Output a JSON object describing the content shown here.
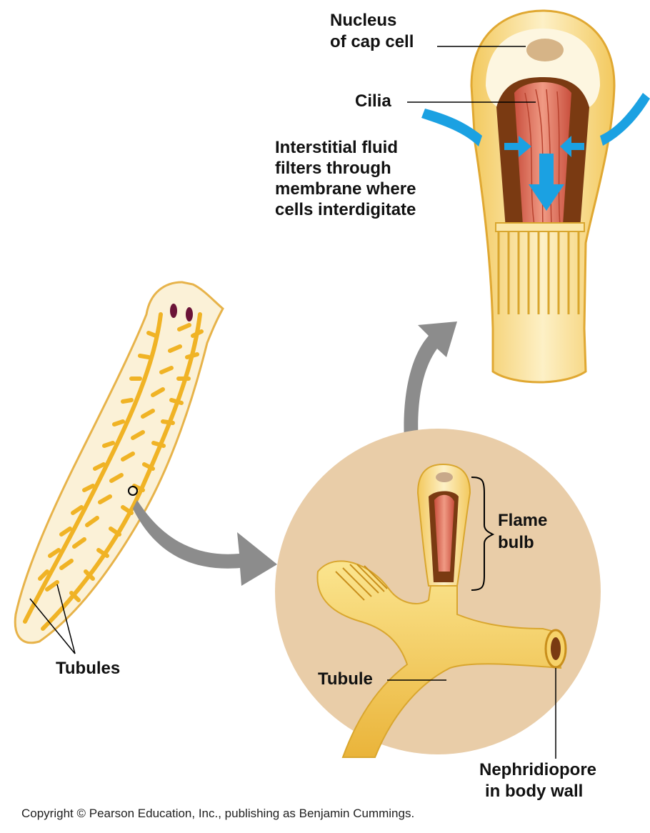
{
  "labels": {
    "nucleus_line1": "Nucleus",
    "nucleus_line2": "of cap cell",
    "cilia": "Cilia",
    "fluid_line1": "Interstitial fluid",
    "fluid_line2": "filters through",
    "fluid_line3": "membrane where",
    "fluid_line4": "cells interdigitate",
    "flame_line1": "Flame",
    "flame_line2": "bulb",
    "tubules": "Tubules",
    "tubule": "Tubule",
    "nephridiopore_line1": "Nephridiopore",
    "nephridiopore_line2": "in body wall"
  },
  "copyright": "Copyright © Pearson Education, Inc., publishing as Benjamin Cummings.",
  "colors": {
    "tubule_yellow": "#f5c43a",
    "body_cream": "#fbf1d7",
    "circle_tan": "#e9cda8",
    "cilia_red": "#e0705e",
    "bulb_brown": "#7a3a12",
    "fluid_arrow_blue": "#1ba1e2",
    "pointer_arrow_gray": "#8c8c8c"
  }
}
